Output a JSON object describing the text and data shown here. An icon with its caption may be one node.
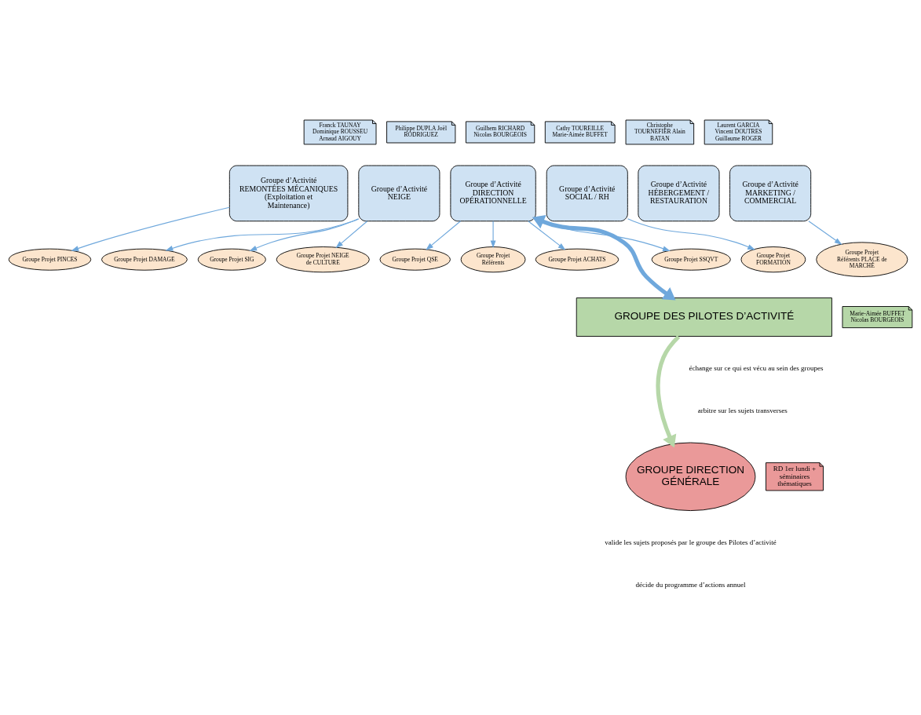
{
  "diagram": {
    "nodes": [
      {
        "text": [
          "Franck TAUNAY Dominique ROUSSEU Arnaud AIGOUY"
        ]
      },
      {
        "text": [
          "Groupe d’Activité REMONTÉES MÉCANIQUES (Exploitation et Maintenance)"
        ]
      },
      {
        "text": [
          "Philippe DUPLA Joël RODRIGUEZ"
        ]
      },
      {
        "text": [
          "Groupe d’Activité",
          "NEIGE"
        ]
      },
      {
        "text": [
          "Guilhem RICHARD Nicolas BOURGEOIS"
        ]
      },
      {
        "text": [
          "Groupe d’Activité",
          "DIRECTION OPÉRATIONNELLE"
        ]
      },
      {
        "text": [
          "Cathy TOUREILLE Marie-Aimée BUFFET"
        ]
      },
      {
        "text": [
          "Groupe d’Activité",
          "SOCIAL / RH"
        ]
      },
      {
        "text": [
          "Christophe TOURNEFIER Alain BATAN"
        ]
      },
      {
        "text": [
          "Groupe d’Activité",
          "HÉBERGEMENT / RESTAURATION"
        ]
      },
      {
        "text": [
          "Laurent GARCIA Vincent DOUTRES Guillaume ROGER"
        ]
      },
      {
        "text": [
          "Groupe d’Activité",
          "MARKETING / COMMERCIAL"
        ]
      },
      {
        "text": [
          "Groupe Projet PINCES"
        ]
      },
      {
        "text": [
          "Groupe Projet NEIGE de CULTURE"
        ]
      },
      {
        "text": [
          "Groupe Projet DAMAGE"
        ]
      },
      {
        "text": [
          "Groupe Projet SIG"
        ]
      },
      {
        "text": [
          "Groupe Projet SSQVT"
        ]
      },
      {
        "text": [
          "Groupe Projet QSE"
        ]
      },
      {
        "text": [
          "Groupe Projet Référents"
        ]
      },
      {
        "text": [
          "Groupe Projet ACHATS"
        ]
      },
      {
        "text": [
          "Groupe Projet FORMATION"
        ]
      },
      {
        "text": [
          "Groupe Projet Référents PLACE de MARCHÉ"
        ]
      },
      {
        "text": [
          "GROUPE DES PILOTES D’ACTIVITÉ"
        ]
      },
      {
        "text": [
          "Marie-Aimée BUFFET Nicolas BOURGEOIS"
        ]
      },
      {
        "text": [
          "GROUPE DIRECTION GÉNÉRALE"
        ]
      },
      {
        "text": [
          "RD 1er lundi + séminaires thématiques"
        ]
      }
    ],
    "edges": [
      {
        "from": 1,
        "to": 12,
        "arrow": "to"
      },
      {
        "from": 3,
        "to": 13,
        "arrow": "to"
      },
      {
        "from": 3,
        "to": 15,
        "arrow": "to"
      },
      {
        "from": 3,
        "to": 14,
        "arrow": "to"
      },
      {
        "from": 5,
        "to": 18,
        "arrow": "to"
      },
      {
        "from": 5,
        "to": 16,
        "arrow": "to"
      },
      {
        "from": 5,
        "to": 19,
        "arrow": "to"
      },
      {
        "from": 5,
        "to": 17,
        "arrow": "to"
      },
      {
        "from": 7,
        "to": 20,
        "arrow": "to"
      },
      {
        "from": 11,
        "to": 21,
        "arrow": "to"
      },
      {
        "from": 5,
        "to": 22,
        "arrow": "both",
        "style": "thick"
      },
      {
        "from": 22,
        "to": 24,
        "arrow": "to",
        "style": "thick",
        "color": "#b6d7a8"
      }
    ],
    "labels": [
      "échange sur ce qui est vécu au sein des groupes",
      "arbitre sur les sujets transverses",
      "valide les sujets proposés par le groupe des Pilotes d’activité",
      "décide du programme d’actions annuel"
    ]
  }
}
